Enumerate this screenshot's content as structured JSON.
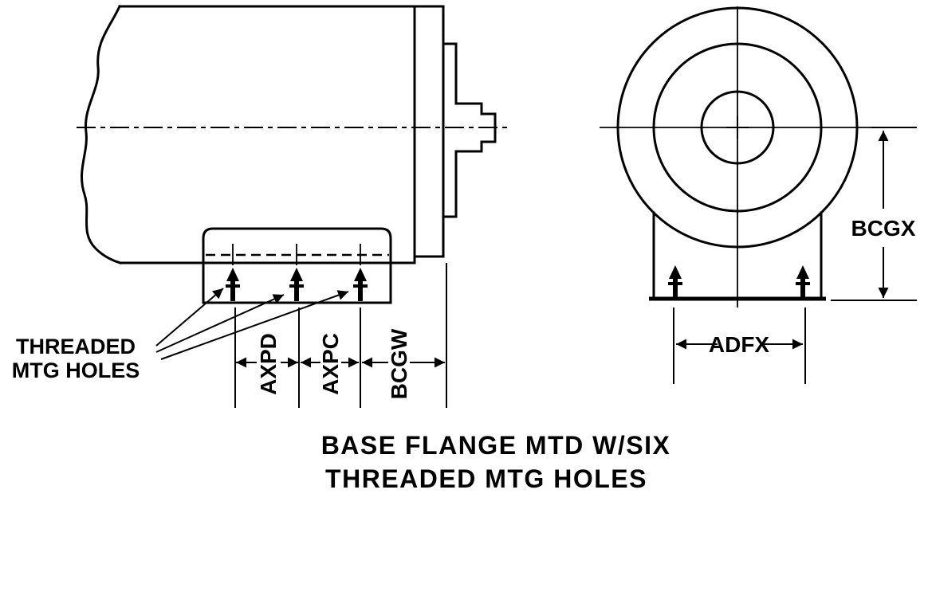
{
  "figure": {
    "caption": {
      "line1": "BASE FLANGE MTD W/SIX",
      "line2": "THREADED MTG HOLES"
    },
    "callout": {
      "line1": "THREADED",
      "line2": "MTG HOLES"
    },
    "dimensions": {
      "axpd": "AXPD",
      "axpc": "AXPC",
      "bcgw": "BCGW",
      "bcgx": "BCGX",
      "adfx": "ADFX"
    },
    "colors": {
      "line": "#000000",
      "background": "#ffffff"
    }
  }
}
